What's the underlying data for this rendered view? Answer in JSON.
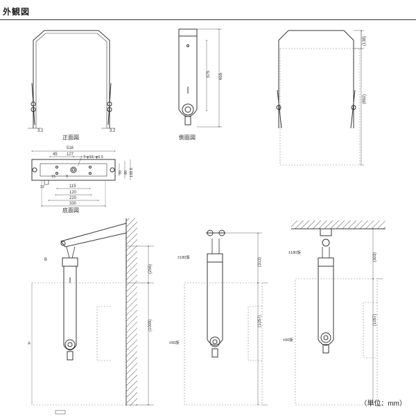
{
  "header": {
    "title": "外観図"
  },
  "views": {
    "front": {
      "caption": "正面図",
      "dims": {
        "left_gap": "3.2",
        "right_gap": "3.2"
      }
    },
    "side": {
      "caption": "側面図",
      "dims": {
        "inner_height": "575",
        "outer_height": "655"
      }
    },
    "outline": {
      "dims": {
        "top": "(138)",
        "height": "(892)"
      }
    },
    "bottom": {
      "caption": "底面図",
      "dims": {
        "w516": "516",
        "w127": "127",
        "w45": "45",
        "hole_label": "7-φ13, φ6.5",
        "d15": "15",
        "d9": "9",
        "d32": "32",
        "d70": "70",
        "d90": "90",
        "d1388": "138.8",
        "w115": "115",
        "w120": "120",
        "w220": "220",
        "w330": "330"
      }
    },
    "wall_mount": {
      "label_b": "B",
      "label_a": "A",
      "d255": "(255)",
      "d1009": "(1009)"
    },
    "pipe_mount": {
      "angle_top": "±180旋",
      "angle_bottom": "±90旋",
      "d313": "(313)",
      "d1057": "(1057)"
    },
    "ceiling_mount": {
      "angle_top": "±180旋",
      "angle_bottom": "±90旋",
      "d303": "(303)",
      "d1057": "(1057)"
    }
  },
  "unit_note": "（単位：mm）"
}
